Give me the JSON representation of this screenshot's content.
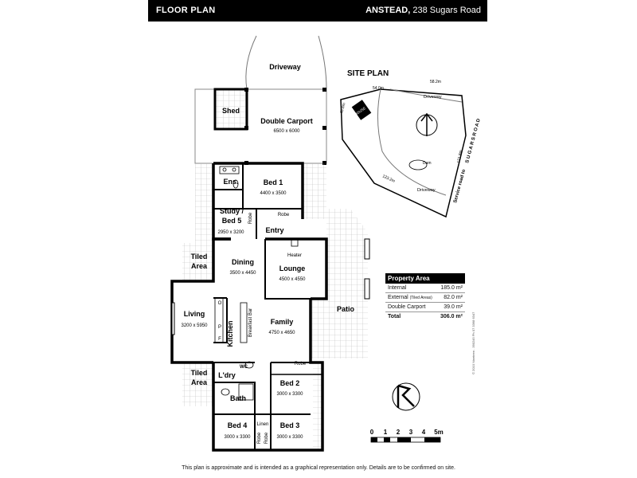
{
  "header": {
    "left": "FLOOR PLAN",
    "suburb": "ANSTEAD,",
    "address": "238 Sugars Road"
  },
  "rooms": {
    "driveway": "Driveway",
    "shed": "Shed",
    "carport": {
      "name": "Double Carport",
      "dim": "6500 x 6000"
    },
    "ens": "Ens.",
    "bed1": {
      "name": "Bed 1",
      "dim": "4400 x 3500"
    },
    "study_a": "Study /",
    "study_b": "Bed 5",
    "study_dim": "2950 x 3200",
    "robe": "Robe",
    "entry": "Entry",
    "tiled_area": {
      "a": "Tiled",
      "b": "Area"
    },
    "dining": {
      "name": "Dining",
      "dim": "3500 x 4450"
    },
    "heater": "Heater",
    "lounge": {
      "name": "Lounge",
      "dim": "4500 x 4550"
    },
    "patio": "Patio",
    "living": {
      "name": "Living",
      "dim": "3200 x 5950"
    },
    "kitchen": "Kitchen",
    "breakfast_bar": "Breakfast Bar",
    "k_o": "O",
    "k_p": "P",
    "k_f": "F",
    "family": {
      "name": "Family",
      "dim": "4750 x 4650"
    },
    "ldry": "L'dry",
    "wc": "WC",
    "bed2": {
      "name": "Bed 2",
      "dim": "3000 x 3300"
    },
    "bath": "Bath",
    "linen": "Linen",
    "bed4": {
      "name": "Bed 4",
      "dim": "3000 x 3300"
    },
    "bed3": {
      "name": "Bed 3",
      "dim": "3000 x 3300"
    }
  },
  "site_plan": {
    "title": "SITE PLAN",
    "dims": [
      "54.0m",
      "58.2m",
      "45.6m",
      "121.8m",
      "123.2m"
    ],
    "house": "HOUSE",
    "driveway": "Driveway",
    "dam": "Dam",
    "service_road": "Service road to",
    "sugars_road": "S U G A R S   R O A D"
  },
  "scale": {
    "labels": [
      "0",
      "1",
      "2",
      "3",
      "4",
      "5m"
    ]
  },
  "property_area": {
    "title": "Property Area",
    "rows": [
      {
        "label": "Internal",
        "note": "",
        "value": "185.0 m²"
      },
      {
        "label": "External",
        "note": "(Tiled Areas)",
        "value": "82.0 m²"
      },
      {
        "label": "Double Carport",
        "note": "",
        "value": "39.0 m²"
      }
    ],
    "total_label": "Total",
    "total_value": "306.0 m²"
  },
  "disclaimer": "This plan is approximate and is intended as a graphical representation only.  Details are to be confirmed on site.",
  "copyright": "© 2010 Nineteen . 390245  Ph 07 3368 6347",
  "colors": {
    "header_bg": "#000000",
    "wall": "#000000",
    "tile": "#bbbbbb"
  }
}
